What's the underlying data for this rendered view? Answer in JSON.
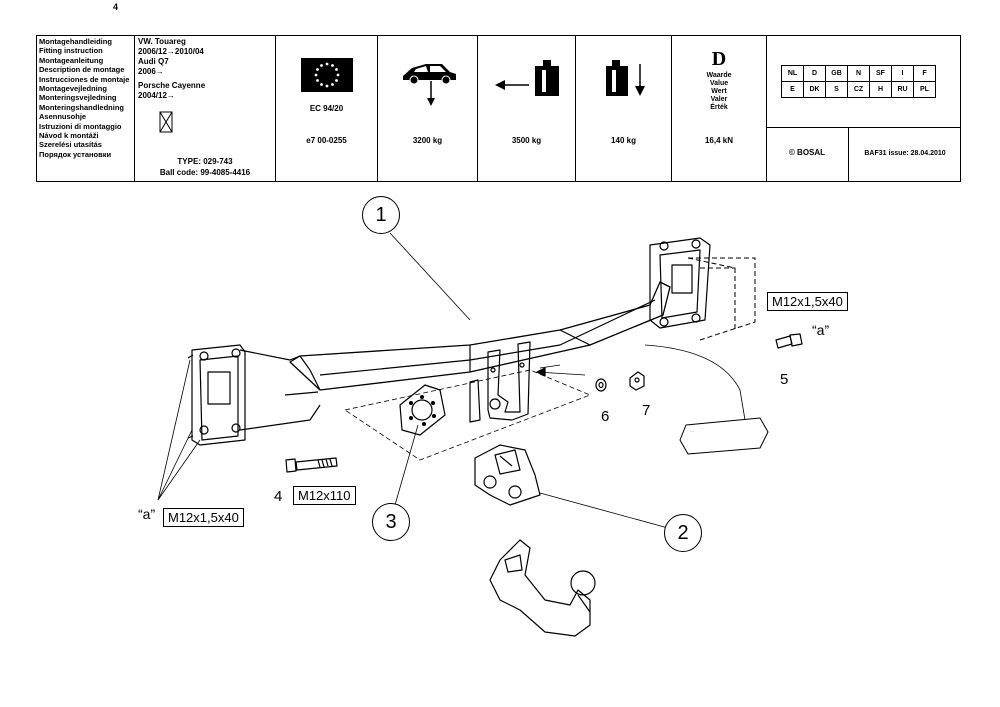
{
  "page_number": "4",
  "languages": [
    "Montagehandleiding",
    "Fitting instruction",
    "Montageanleitung",
    "Description de montage",
    "Instrucciones de montaje",
    "Montagevejledning",
    "Monteringsvejledning",
    "Monteringshandledning",
    "Asennusohje",
    "Istruzioni di montaggio",
    "Návod k montáži",
    "Szerelési utasítás",
    "Порядок установки"
  ],
  "vehicles": {
    "line1": "VW. Touareg",
    "line2": "2006/12→2010/04",
    "line3": "Audi Q7",
    "line4": "2006→",
    "line5": "Porsche Cayenne",
    "line6": "2004/12→"
  },
  "type_line": "TYPE: 029-743",
  "ball_code": "Ball code: 99-4085-4416",
  "approval": {
    "label": "EC 94/20",
    "value": "e7   00-0255"
  },
  "specs": [
    {
      "icon": "max-trailer-mass-icon",
      "value": "3200 kg"
    },
    {
      "icon": "max-towing-mass-icon",
      "value": "3500 kg"
    },
    {
      "icon": "vertical-load-icon",
      "value": "140 kg"
    }
  ],
  "d_value": {
    "symbol": "D",
    "words": [
      "Waarde",
      "Value",
      "Wert",
      "Valer",
      "Érték"
    ],
    "value": "16,4 kN"
  },
  "countries_row1": [
    "NL",
    "D",
    "GB",
    "N",
    "SF",
    "I",
    "F"
  ],
  "countries_row2": [
    "E",
    "DK",
    "S",
    "CZ",
    "H",
    "RU",
    "PL"
  ],
  "brand": "© BOSAL",
  "issue": "BAF31 issue: 28.04.2010",
  "callouts": {
    "c1": "1",
    "c2": "2",
    "c3": "3"
  },
  "part_numbers": {
    "p4": "4",
    "p5": "5",
    "p6": "6",
    "p7": "7"
  },
  "bolt_codes": {
    "top_right": "M12x1,5x40",
    "left": "M12x1,5x40",
    "long_bolt": "M12x110"
  },
  "a_marks": {
    "right": "“a”",
    "left": "“a”"
  }
}
